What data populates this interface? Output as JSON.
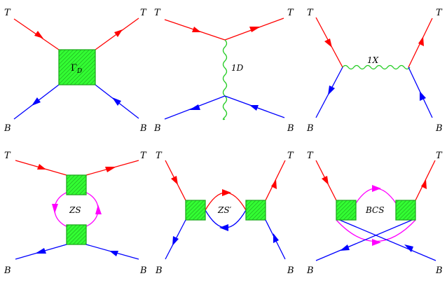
{
  "diagram": {
    "labels": {
      "T": "T",
      "B": "B",
      "gamma": "Γ",
      "gamma_sub": "D",
      "d1": "1D",
      "x1": "1X",
      "zs": "ZS",
      "zsp": "ZS′",
      "bcs": "BCS"
    },
    "colors": {
      "top_line": "#ff0000",
      "bottom_line": "#0000ff",
      "box_fill": "#33ff33",
      "box_hatch": "#1faa1f",
      "wavy": "#22cc22",
      "loop_zs": "#ff00ff",
      "loop_zsp_top": "#ff0000",
      "loop_zsp_bottom": "#0000ff",
      "loop_bcs": "#ff00ff"
    }
  }
}
